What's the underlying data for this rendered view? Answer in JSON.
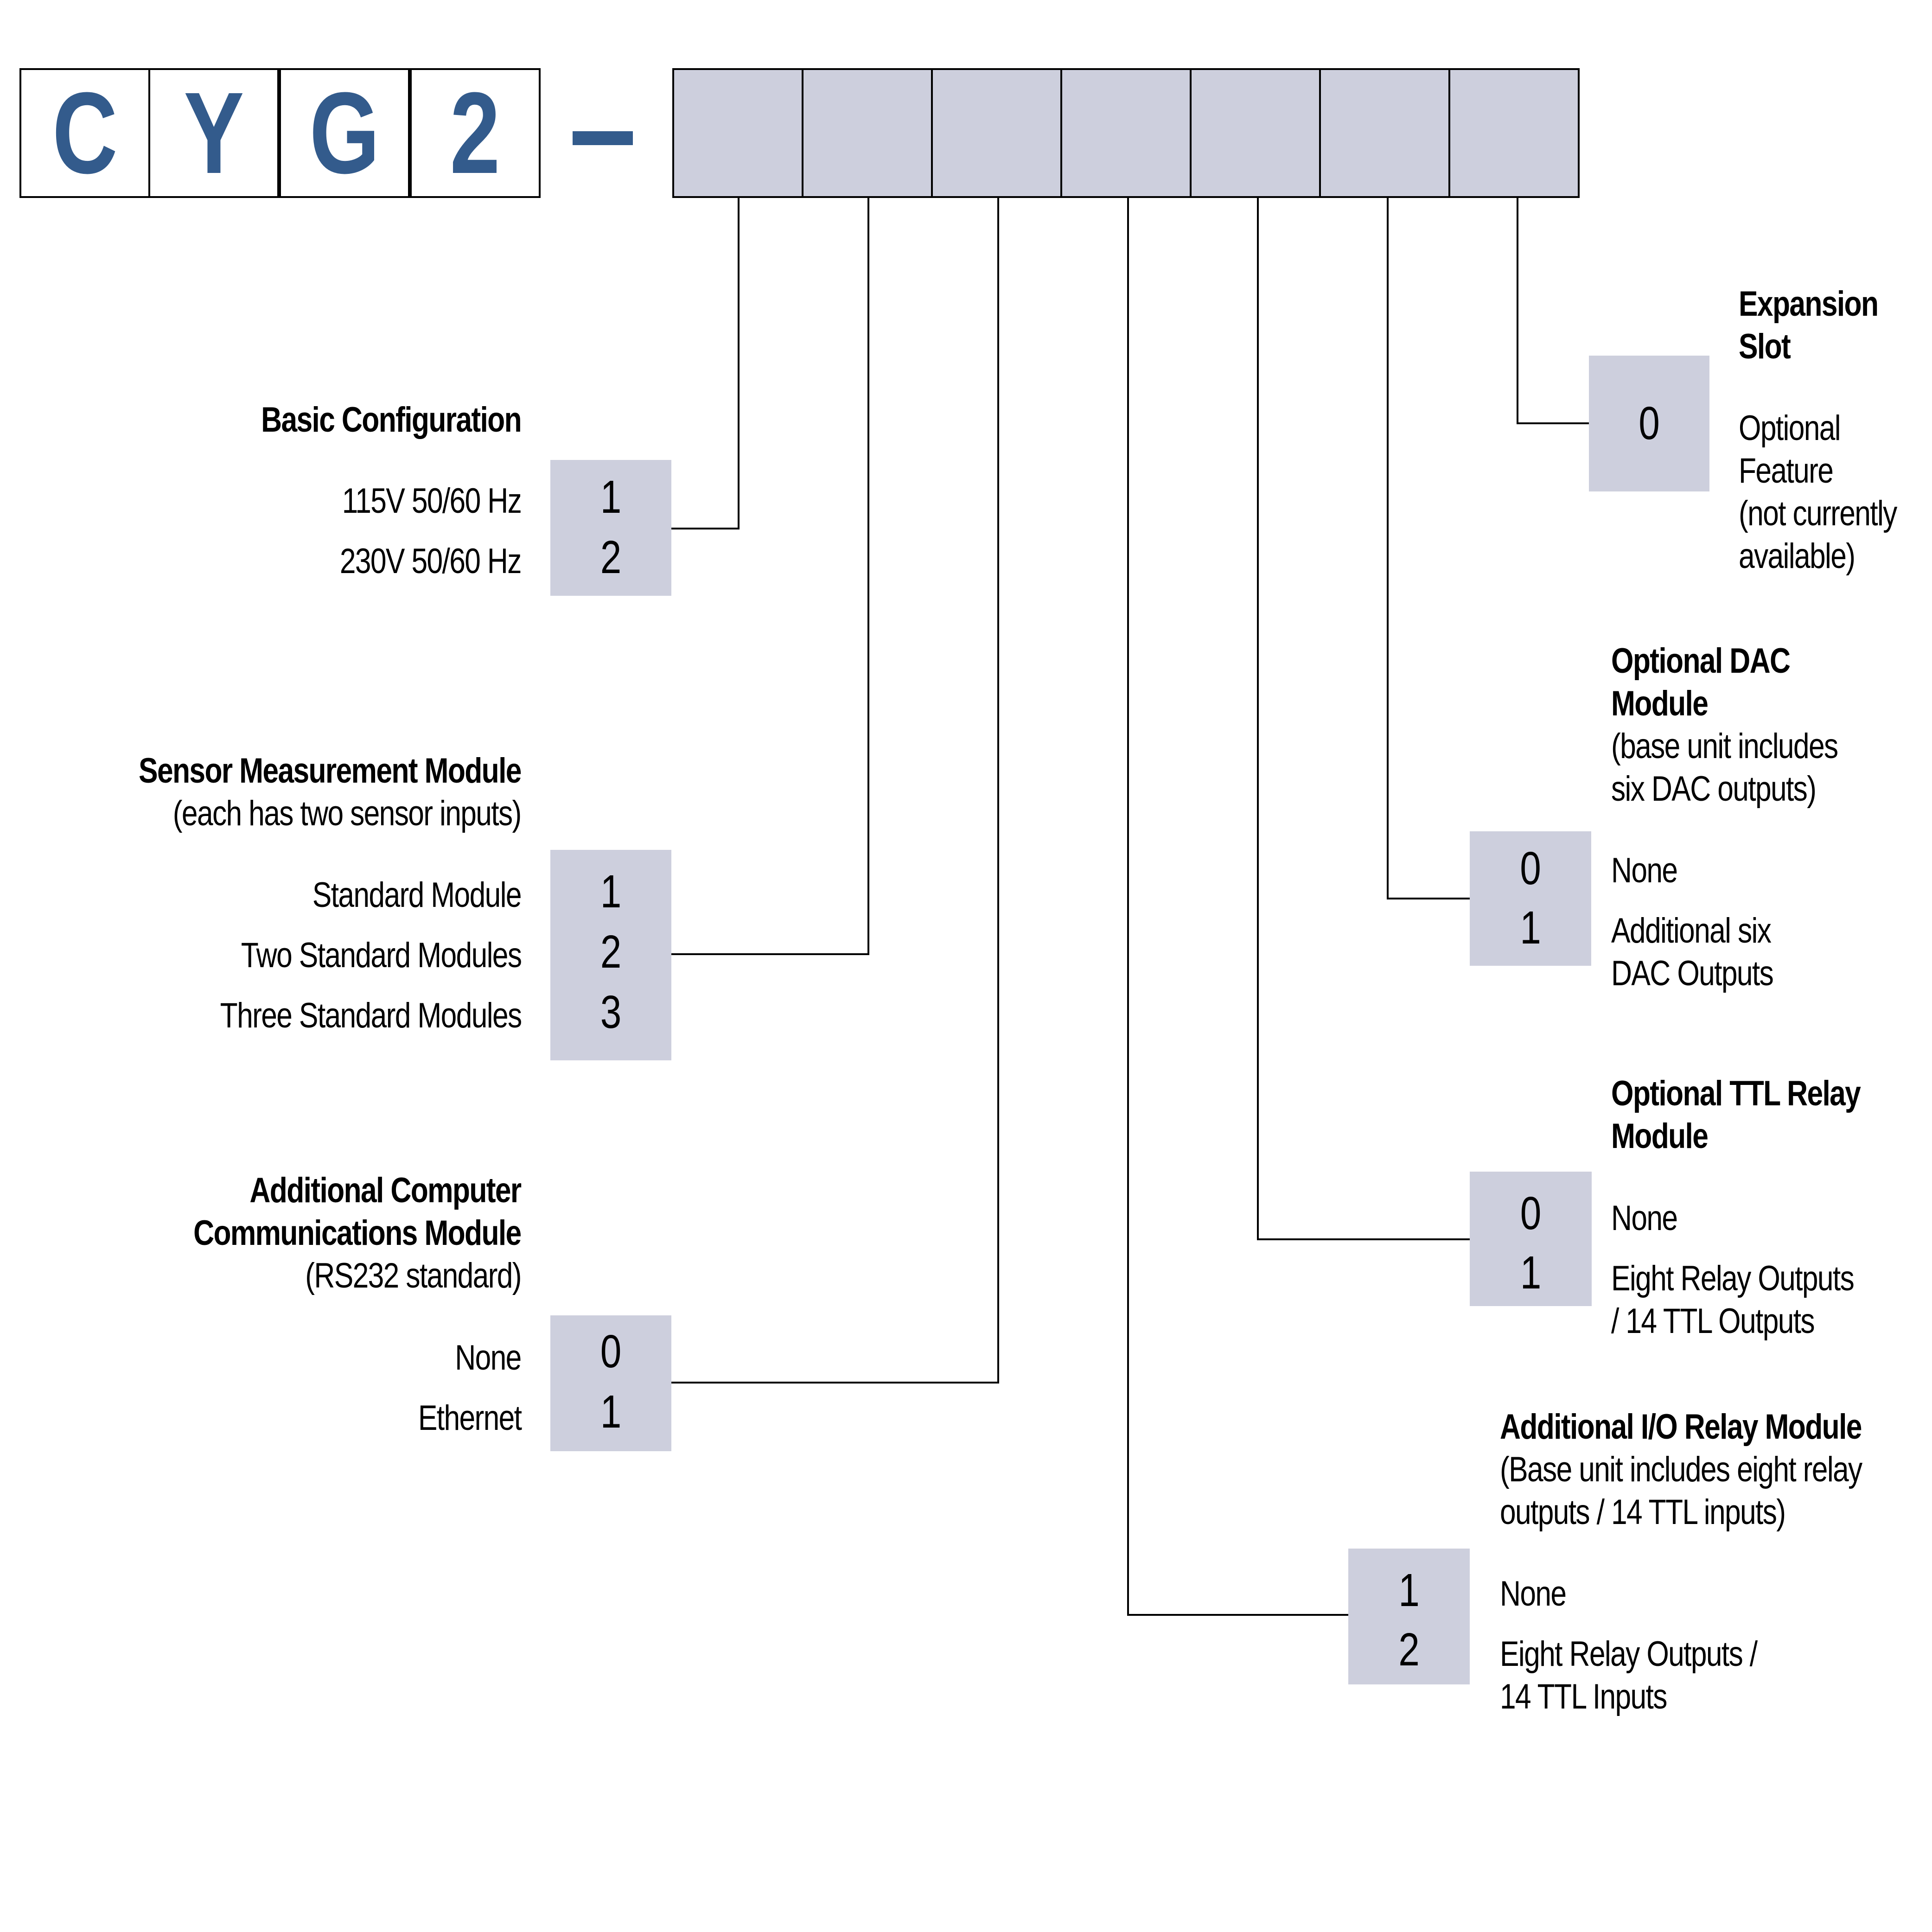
{
  "model_code": {
    "prefix": [
      "C",
      "Y",
      "G",
      "2"
    ],
    "separator": "–",
    "option_positions": 7
  },
  "sections": {
    "basic_configuration": {
      "title": "Basic Configuration",
      "options": [
        {
          "code": "1",
          "label": "115V 50/60 Hz"
        },
        {
          "code": "2",
          "label": "230V 50/60 Hz"
        }
      ]
    },
    "sensor_measurement_module": {
      "title": "Sensor Measurement Module",
      "subtitle": "(each has two sensor inputs)",
      "options": [
        {
          "code": "1",
          "label": "Standard Module"
        },
        {
          "code": "2",
          "label": "Two Standard Modules"
        },
        {
          "code": "3",
          "label": "Three Standard Modules"
        }
      ]
    },
    "computer_communications_module": {
      "title_line1": "Additional Computer",
      "title_line2": "Communications Module",
      "subtitle": "(RS232 standard)",
      "options": [
        {
          "code": "0",
          "label": "None"
        },
        {
          "code": "1",
          "label": "Ethernet"
        }
      ]
    },
    "io_relay_module": {
      "title": "Additional I/O Relay Module",
      "subtitle_line1": "(Base unit includes eight relay",
      "subtitle_line2": "outputs / 14 TTL inputs)",
      "options": [
        {
          "code": "1",
          "label_line1": "None",
          "label_line2": ""
        },
        {
          "code": "2",
          "label_line1": "Eight Relay Outputs /",
          "label_line2": "14 TTL Inputs"
        }
      ]
    },
    "ttl_relay_module": {
      "title_line1": "Optional TTL Relay",
      "title_line2": "Module",
      "options": [
        {
          "code": "0",
          "label_line1": "None",
          "label_line2": ""
        },
        {
          "code": "1",
          "label_line1": "Eight Relay Outputs",
          "label_line2": "/ 14 TTL Outputs"
        }
      ]
    },
    "dac_module": {
      "title_line1": "Optional DAC",
      "title_line2": "Module",
      "subtitle_line1": "(base unit includes",
      "subtitle_line2": "six DAC outputs)",
      "options": [
        {
          "code": "0",
          "label_line1": "None",
          "label_line2": ""
        },
        {
          "code": "1",
          "label_line1": "Additional six",
          "label_line2": "DAC Outputs"
        }
      ]
    },
    "expansion_slot": {
      "title_line1": "Expansion",
      "title_line2": "Slot",
      "options": [
        {
          "code": "0",
          "label_lines": [
            "Optional",
            "Feature",
            "(not currently",
            "available)"
          ]
        }
      ]
    }
  },
  "colors": {
    "prefix_text": "#335b8c",
    "option_fill": "#cdcfdd",
    "line": "#000000"
  }
}
